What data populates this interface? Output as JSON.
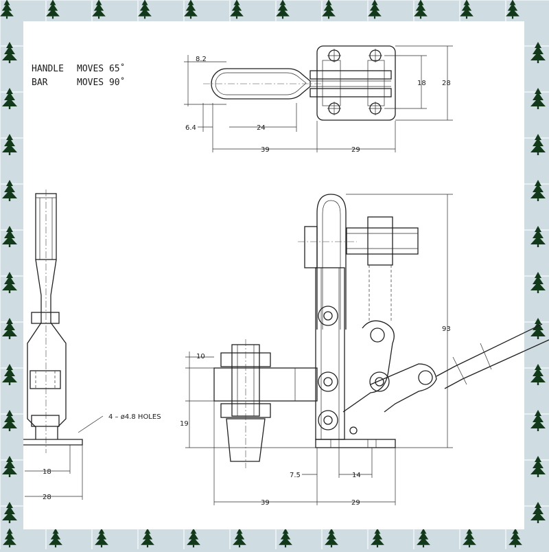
{
  "notes": {
    "handle_label": "HANDLE",
    "handle_moves": "MOVES 65˚",
    "bar_label": "BAR",
    "bar_moves": "MOVES 90˚",
    "holes_note": "4 – ø4.8 HOLES"
  },
  "top_view": {
    "dim_handle_width": "8.2",
    "dim_handle_offset": "6.4",
    "dim_handle_length": "24",
    "dim_handle_total": "39",
    "dim_base_length": "29",
    "dim_hole_spacing": "18",
    "dim_base_width": "28"
  },
  "side_view": {
    "dim_bar_top": "10",
    "dim_spindle_height": "19",
    "dim_overall_height": "93",
    "dim_hole_offset": "7.5",
    "dim_hole_pitch": "14",
    "dim_bar_reach": "39",
    "dim_base_length": "29"
  },
  "end_view": {
    "dim_hole_spacing": "18",
    "dim_base_width": "28"
  },
  "colors": {
    "frame_background": "#cfdde3",
    "sheet": "#ffffff",
    "ink": "#1f1f1f",
    "tree": "#123a1a"
  }
}
